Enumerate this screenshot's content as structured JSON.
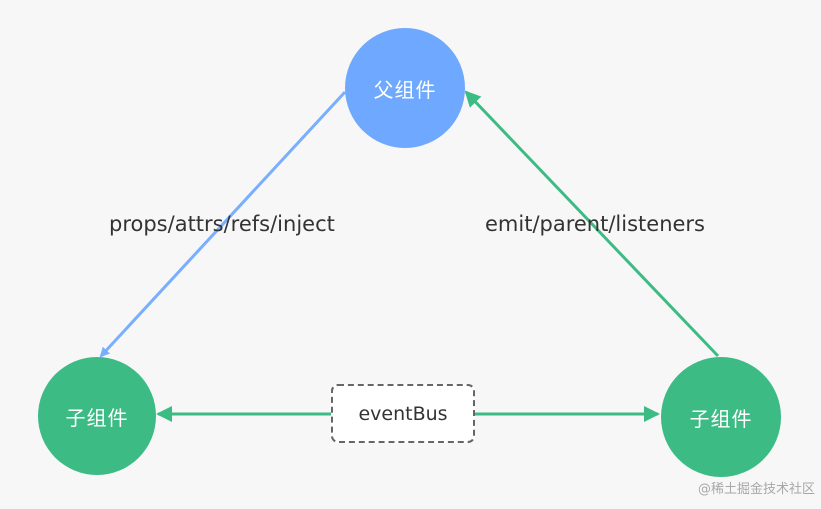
{
  "nodes": {
    "parent": "父组件",
    "child_left": "子组件",
    "child_right": "子组件"
  },
  "edges": {
    "down_left": "props/attrs/refs/inject",
    "up_right": "emit/parent/listeners",
    "bus": "eventBus"
  },
  "watermark": "@稀土掘金技术社区",
  "colors": {
    "parent": "#6ea8ff",
    "child": "#3dbb84",
    "blue_arrow": "#7aaeff",
    "green_arrow": "#3dbb84"
  }
}
